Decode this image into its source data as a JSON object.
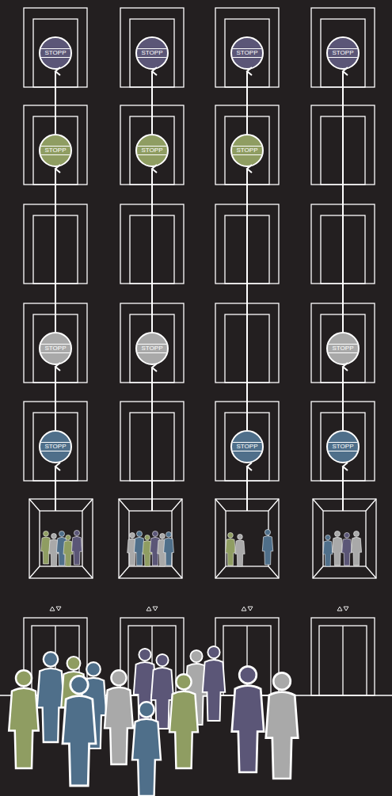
{
  "diagram": {
    "nodes": [
      {
        "text": [
          "STOPP"
        ]
      },
      {
        "text": [
          "STOPP"
        ]
      },
      {
        "text": [
          "STOPP"
        ]
      },
      {
        "text": [
          "STOPP"
        ]
      },
      {
        "text": [
          "STOPP"
        ]
      },
      {
        "text": [
          "STOPP"
        ]
      },
      {
        "text": [
          "STOPP"
        ]
      },
      {
        "text": [
          "STOPP"
        ]
      },
      {
        "text": [
          "STOPP"
        ]
      },
      {
        "text": [
          "STOPP"
        ]
      },
      {
        "text": [
          "STOPP"
        ]
      },
      {
        "text": [
          "STOPP"
        ]
      },
      {
        "text": [
          "STOPP"
        ]
      }
    ],
    "edges": [
      {
        "from": 10,
        "to": 7,
        "arrow": "to"
      },
      {
        "from": 7,
        "to": 4,
        "arrow": "to"
      },
      {
        "from": 4,
        "to": 0,
        "arrow": "to"
      },
      {
        "from": 8,
        "to": 5,
        "arrow": "to"
      },
      {
        "from": 5,
        "to": 1,
        "arrow": "to"
      },
      {
        "from": 11,
        "to": 6,
        "arrow": "to"
      },
      {
        "from": 6,
        "to": 2,
        "arrow": "to"
      },
      {
        "from": 12,
        "to": 9,
        "arrow": "to"
      },
      {
        "from": 9,
        "to": 3,
        "arrow": "to"
      }
    ]
  }
}
